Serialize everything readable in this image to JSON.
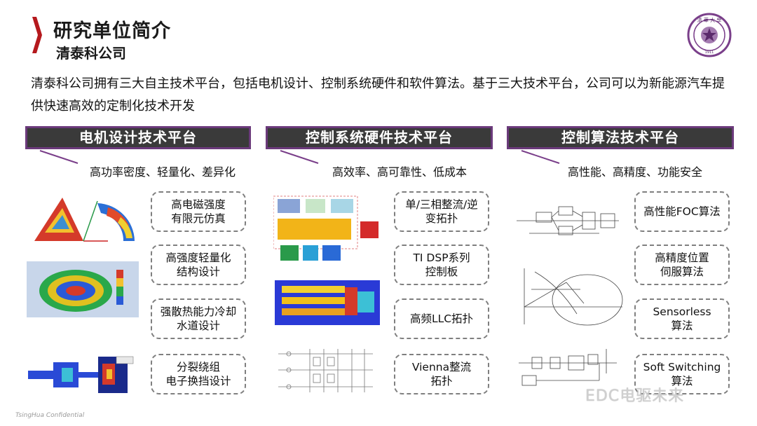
{
  "header": {
    "title": "研究单位简介",
    "subtitle": "清泰科公司"
  },
  "intro": "清泰科公司拥有三大自主技术平台，包括电机设计、控制系统硬件和软件算法。基于三大技术平台，公司可以为新能源汽车提供快速高效的定制化技术开发",
  "columns": [
    {
      "banner": "电机设计技术平台",
      "feature": "高功率密度、轻量化、差异化",
      "items": [
        "高电磁强度\n有限元仿真",
        "高强度轻量化\n结构设计",
        "强散热能力冷却\n水道设计",
        "分裂绕组\n电子换挡设计"
      ]
    },
    {
      "banner": "控制系统硬件技术平台",
      "feature": "高效率、高可靠性、低成本",
      "items": [
        "单/三相整流/逆\n变拓扑",
        "TI DSP系列\n控制板",
        "高频LLC拓扑",
        "Vienna整流\n拓扑"
      ]
    },
    {
      "banner": "控制算法技术平台",
      "feature": "高性能、高精度、功能安全",
      "items": [
        "高性能FOC算法",
        "高精度位置\n伺服算法",
        "Sensorless\n算法",
        "Soft Switching\n算法"
      ]
    }
  ],
  "footer": "TsingHua Confidential",
  "watermark": "EDC电驱未来",
  "colors": {
    "accent": "#6b3a7b",
    "banner_bg": "#3a3a3a",
    "chevron": "#b5191d"
  }
}
